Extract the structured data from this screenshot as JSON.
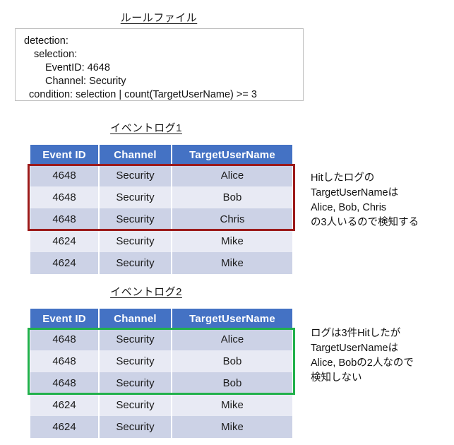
{
  "sections": {
    "rule": {
      "title": "ルールファイル",
      "lines": [
        "detection:",
        "selection:",
        "EventID: 4648",
        "Channel: Security",
        "condition: selection | count(TargetUserName) >= 3"
      ]
    },
    "log1": {
      "title": "イベントログ1",
      "columns": [
        "Event ID",
        "Channel",
        "TargetUserName"
      ],
      "rows": [
        [
          "4648",
          "Security",
          "Alice"
        ],
        [
          "4648",
          "Security",
          "Bob"
        ],
        [
          "4648",
          "Security",
          "Chris"
        ],
        [
          "4624",
          "Security",
          "Mike"
        ],
        [
          "4624",
          "Security",
          "Mike"
        ]
      ],
      "highlight_color": "#9c1a1a",
      "annotation": [
        "Hitしたログの",
        "TargetUserNameは",
        "Alice, Bob, Chris",
        "の3人いるので検知する"
      ]
    },
    "log2": {
      "title": "イベントログ2",
      "columns": [
        "Event ID",
        "Channel",
        "TargetUserName"
      ],
      "rows": [
        [
          "4648",
          "Security",
          "Alice"
        ],
        [
          "4648",
          "Security",
          "Bob"
        ],
        [
          "4648",
          "Security",
          "Bob"
        ],
        [
          "4624",
          "Security",
          "Mike"
        ],
        [
          "4624",
          "Security",
          "Mike"
        ]
      ],
      "highlight_color": "#21b14b",
      "annotation": [
        "ログは3件Hitしたが",
        "TargetUserNameは",
        "Alice, Bobの2人なので",
        "検知しない"
      ]
    }
  },
  "colors": {
    "header_blue": "#4472c4",
    "row_dark": "#ccd2e6",
    "row_light": "#e8eaf4",
    "box_border": "#bfbfbf"
  }
}
